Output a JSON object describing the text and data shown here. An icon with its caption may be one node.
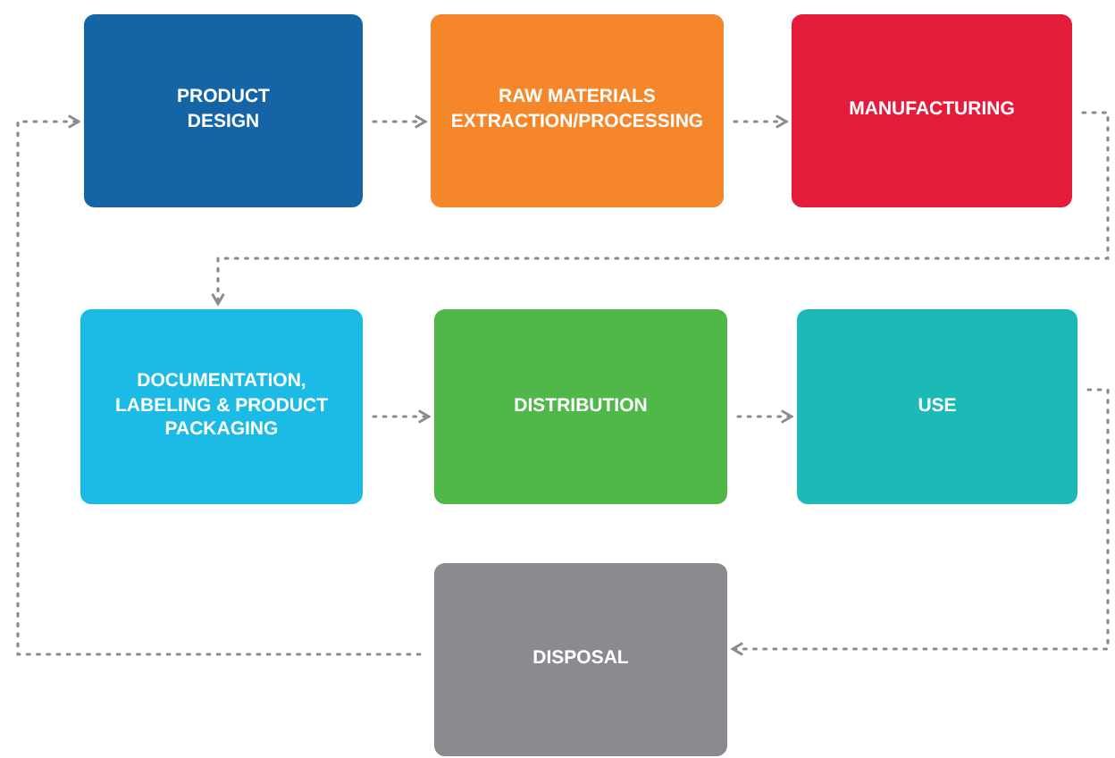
{
  "diagram": {
    "nodes": [
      {
        "text": [
          "PRODUCT DESIGN"
        ]
      },
      {
        "text": [
          "RAW MATERIALS EXTRACTION/PROCESSING"
        ]
      },
      {
        "text": [
          "MANUFACTURING"
        ]
      },
      {
        "text": [
          "DOCUMENTATION, LABELING & PRODUCT PACKAGING"
        ]
      },
      {
        "text": [
          "DISTRIBUTION"
        ]
      },
      {
        "text": [
          "USE"
        ]
      },
      {
        "text": [
          "DISPOSAL"
        ]
      }
    ],
    "edges": [
      {
        "from": 0,
        "to": 1,
        "arrow": "to",
        "style": "dashed"
      },
      {
        "from": 1,
        "to": 2,
        "arrow": "to",
        "style": "dashed"
      },
      {
        "from": 2,
        "to": 3,
        "arrow": "to",
        "style": "dashed"
      },
      {
        "from": 3,
        "to": 4,
        "arrow": "to",
        "style": "dashed"
      },
      {
        "from": 4,
        "to": 5,
        "arrow": "to",
        "style": "dashed"
      },
      {
        "from": 5,
        "to": 6,
        "arrow": "to",
        "style": "dashed"
      },
      {
        "from": 6,
        "to": 0,
        "arrow": "to",
        "style": "dashed"
      }
    ]
  }
}
